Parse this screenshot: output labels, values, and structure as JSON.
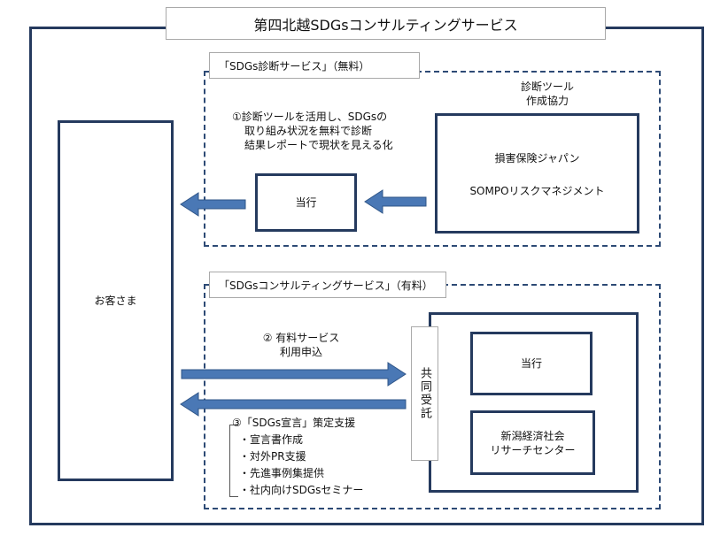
{
  "title": "第四北越SDGsコンサルティングサービス",
  "customer": "お客さま",
  "top_section": {
    "label": "「SDGs診断サービス」（無料）",
    "tool_note": [
      "診断ツール",
      "作成協力"
    ],
    "step1": [
      "①診断ツールを活用し、SDGsの",
      "取り組み状況を無料で診断",
      "結果レポートで現状を見える化"
    ],
    "bank": "当行",
    "partner": [
      "損害保険ジャパン",
      "SOMPOリスクマネジメント"
    ]
  },
  "bottom_section": {
    "label": "「SDGsコンサルティングサービス」（有料）",
    "step2": [
      "② 有料サービス",
      "利用申込"
    ],
    "joint": "共同受託",
    "bank": "当行",
    "research": [
      "新潟経済社会",
      "リサーチセンター"
    ],
    "step3": {
      "heading": "③「SDGs宣言」策定支援",
      "items": [
        "・宣言書作成",
        "・対外PR支援",
        "・先進事例集提供",
        "・社内向けSDGsセミナー"
      ]
    }
  },
  "colors": {
    "navy_border": "#253a5e",
    "dash_border": "#2d4a75",
    "arrow_fill": "#4a78b5",
    "arrow_stroke": "#2f5587"
  }
}
